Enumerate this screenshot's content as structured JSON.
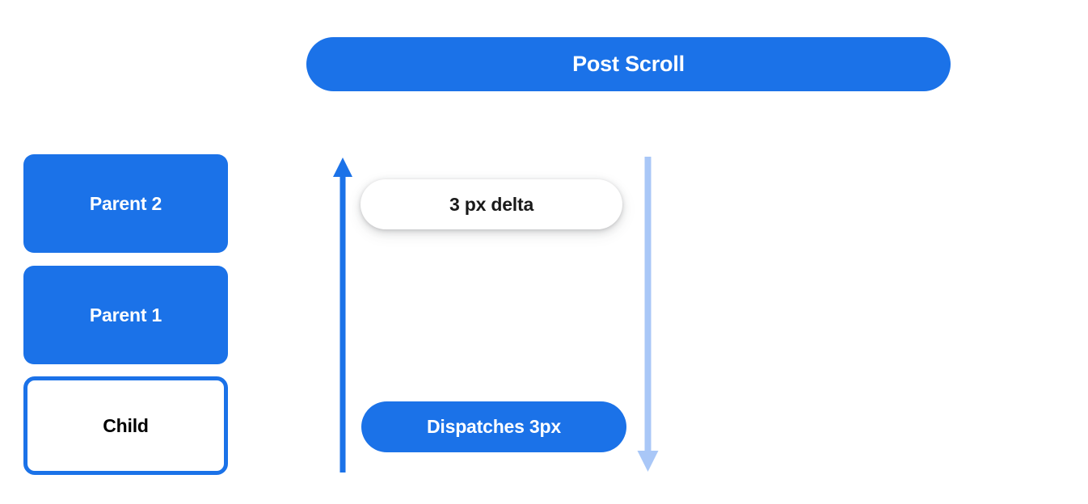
{
  "header": {
    "title": "Post Scroll"
  },
  "colors": {
    "primary_blue": "#1b72e8",
    "light_blue": "#a9c7f7",
    "text_dark": "#000000",
    "text_light": "#ffffff",
    "background": "#ffffff"
  },
  "stack": {
    "items": [
      {
        "label": "Parent 2",
        "style": "filled"
      },
      {
        "label": "Parent 1",
        "style": "filled"
      },
      {
        "label": "Child",
        "style": "outlined"
      }
    ]
  },
  "flow": {
    "up_arrow": {
      "name": "scroll-bubble-up-arrow",
      "direction": "up",
      "color": "#1b72e8"
    },
    "down_arrow": {
      "name": "scroll-propagate-down-arrow",
      "direction": "down",
      "color": "#a9c7f7"
    },
    "callouts": [
      {
        "label": "3 px delta",
        "style": "white-pill"
      },
      {
        "label": "Dispatches 3px",
        "style": "blue-pill"
      }
    ]
  }
}
